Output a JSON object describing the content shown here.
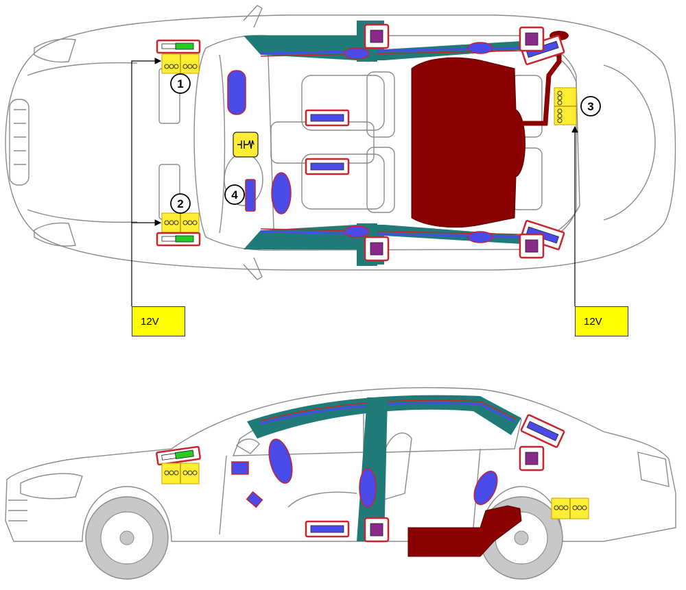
{
  "callouts": [
    {
      "id": "1",
      "label": "1"
    },
    {
      "id": "2",
      "label": "2"
    },
    {
      "id": "3",
      "label": "3"
    },
    {
      "id": "4",
      "label": "4"
    }
  ],
  "voltage_labels": [
    {
      "id": "front",
      "text": "12V"
    },
    {
      "id": "rear",
      "text": "12V"
    }
  ],
  "colors": {
    "outline": "#8a8a8a",
    "body_fill": "#ffffff",
    "curtain_teal": "#1f7a78",
    "airbag_blue": "#4a4ae8",
    "airbag_border": "#c8242b",
    "sensor_purple": "#8a2a8a",
    "fuel_tank": "#8b0000",
    "battery_yellow": "#ffee33",
    "battery_outline": "#c8a000",
    "wheel_grey": "#c8c8c8",
    "connector_green": "#22cc22"
  }
}
